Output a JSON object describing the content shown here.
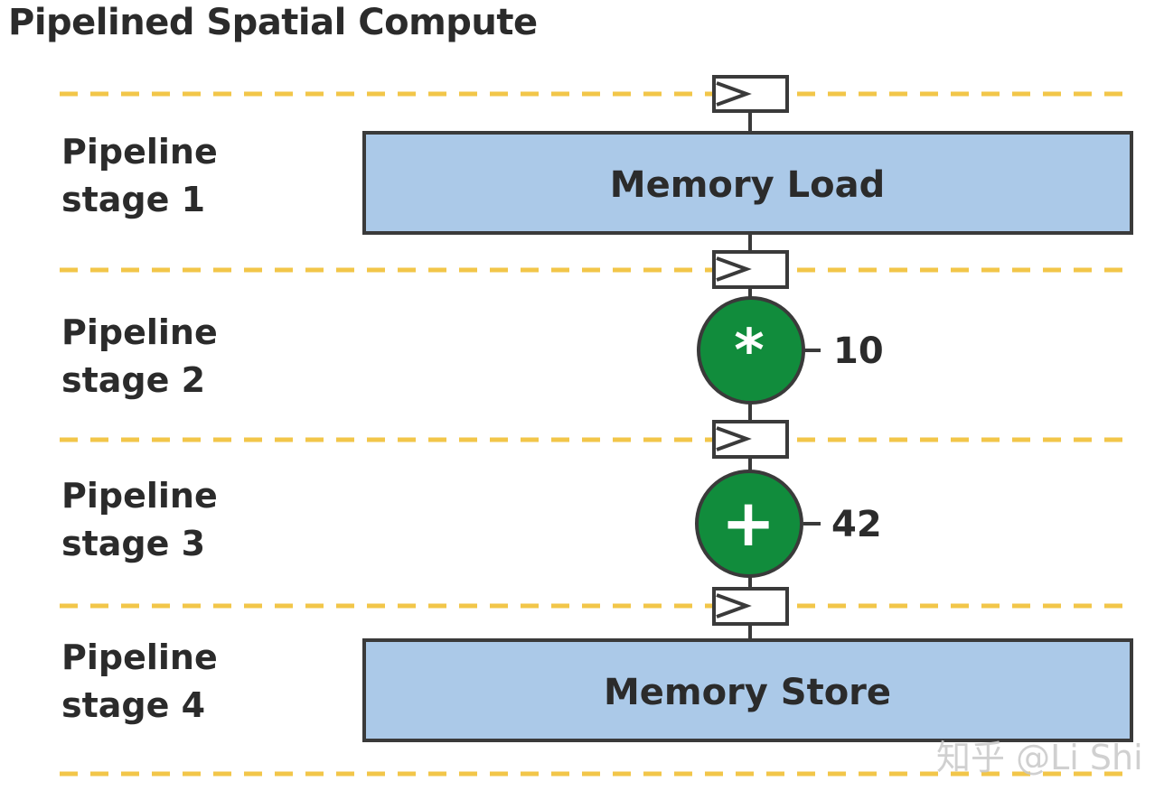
{
  "title": "Pipelined Spatial Compute",
  "stages": [
    {
      "line1": "Pipeline",
      "line2": "stage 1"
    },
    {
      "line1": "Pipeline",
      "line2": "stage 2"
    },
    {
      "line1": "Pipeline",
      "line2": "stage 3"
    },
    {
      "line1": "Pipeline",
      "line2": "stage 4"
    }
  ],
  "blocks": {
    "memory_load": "Memory Load",
    "memory_store": "Memory Store"
  },
  "operations": {
    "multiply": {
      "symbol": "*",
      "constant": "10"
    },
    "add": {
      "symbol": "+",
      "constant": "42"
    }
  },
  "watermark": "知乎 @Li Shi",
  "colors": {
    "divider": "#f2c649",
    "block_fill": "#abc9e8",
    "op_fill": "#118c3c",
    "stroke": "#3a3a3a"
  }
}
